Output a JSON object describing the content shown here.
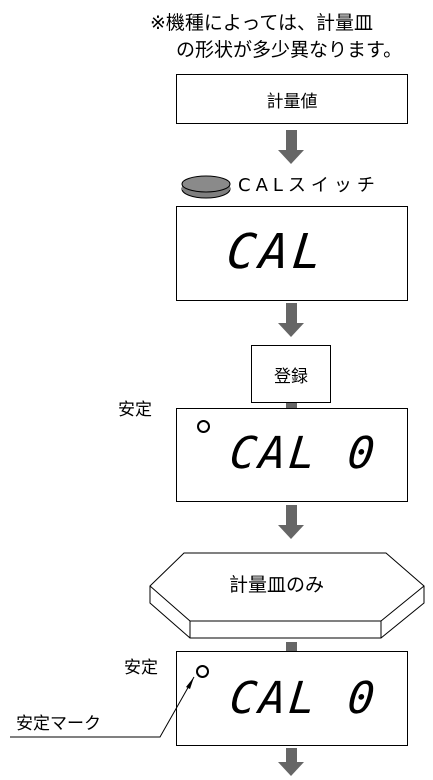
{
  "notes": {
    "line1": "※機種によっては、計量皿",
    "line2": "の形状が多少異なります。"
  },
  "steps": {
    "measured_value": "計量値",
    "cal_switch": "CALスイッチ",
    "display_cal": "CAL",
    "register_button": "登録",
    "stability_label_1": "安定",
    "display_cal0_1": "CAL 0",
    "pan_only": "計量皿のみ",
    "stability_label_2": "安定",
    "display_cal0_2": "CAL 0",
    "stability_mark": "安定マーク"
  },
  "colors": {
    "arrow": "#666666",
    "switch_fill": "#7f7f7f",
    "line": "#000000"
  }
}
